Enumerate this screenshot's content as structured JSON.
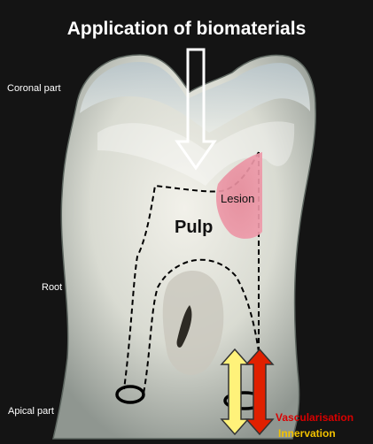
{
  "labels": {
    "title": "Application of biomaterials",
    "coronal_part": "Coronal part",
    "root": "Root",
    "apical_part": "Apical part",
    "lesion": "Lesion",
    "pulp": "Pulp",
    "vascularisation": "Vascularisation",
    "innervation": "Innervation"
  },
  "colors": {
    "background": "#141414",
    "lesion": "#e58a9a",
    "vascularisation_arrow": "#e02000",
    "innervation_arrow": "#fff27a",
    "vascularisation_text": "#d90000",
    "innervation_text": "#f2c200"
  }
}
